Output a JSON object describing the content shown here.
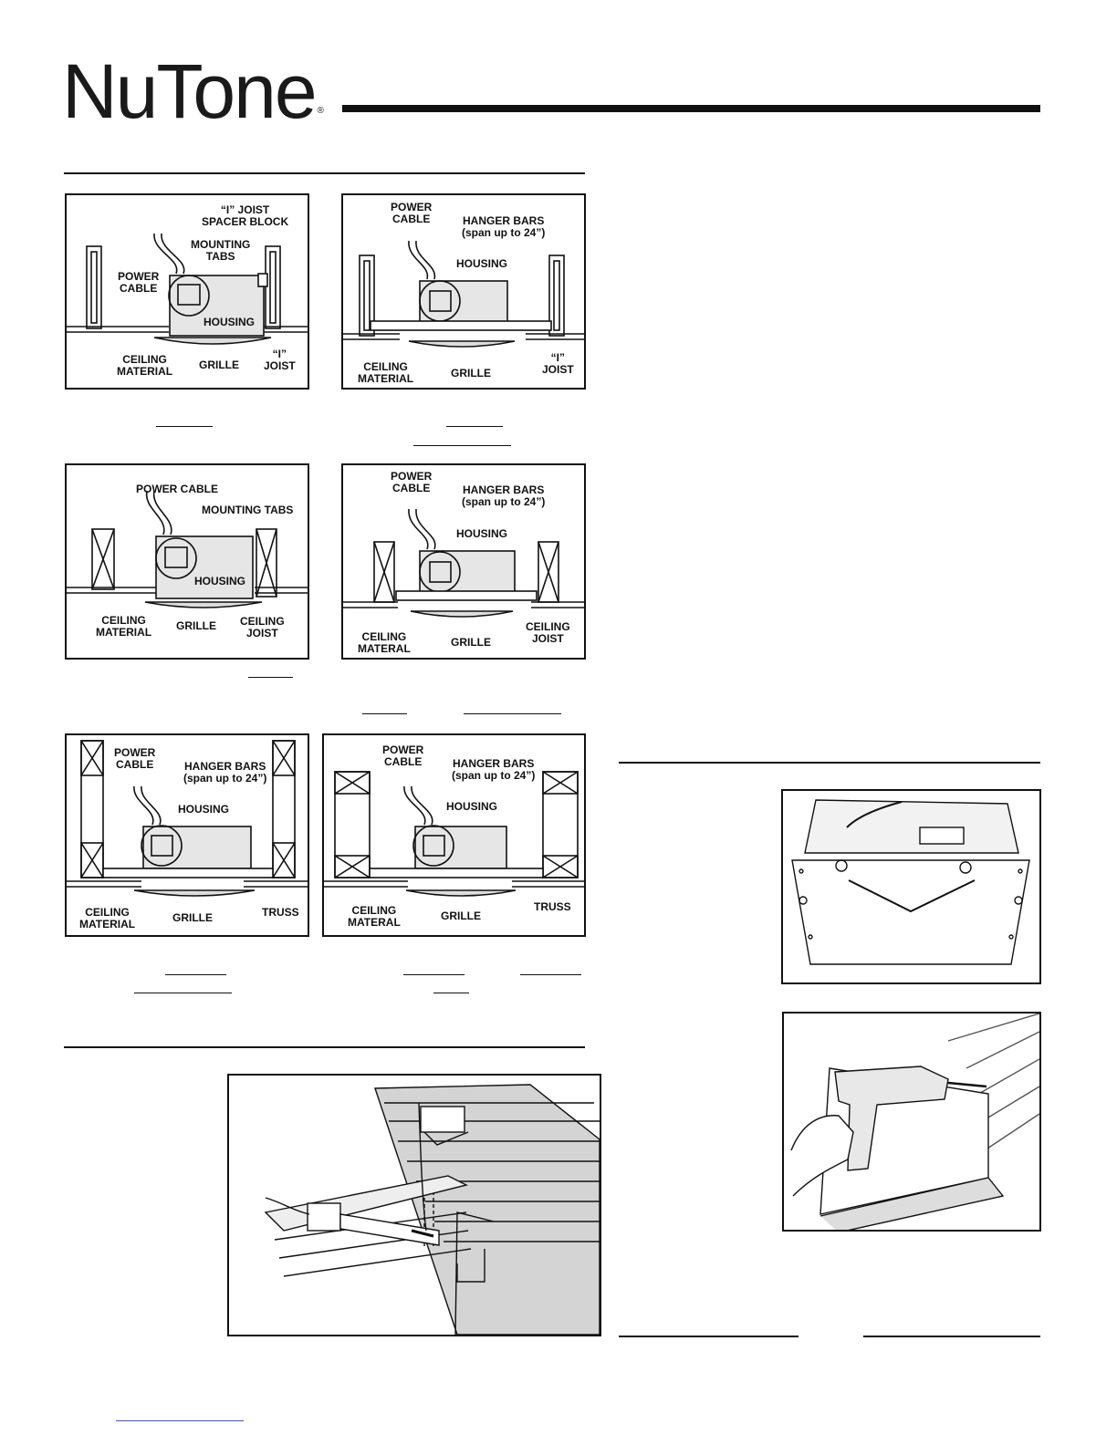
{
  "brand": {
    "name": "NuTone",
    "mark": "®"
  },
  "figures": {
    "ijoist_mount": {
      "spacer": "“I” JOIST\nSPACER BLOCK",
      "tabs": "MOUNTING\nTABS",
      "cable": "POWER\nCABLE",
      "housing": "HOUSING",
      "ceiling": "CEILING\nMATERIAL",
      "grille": "GRILLE",
      "joist": "“I”\nJOIST"
    },
    "ijoist_hanger": {
      "cable": "POWER\nCABLE",
      "bars": "HANGER BARS\n(span up to 24”)",
      "housing": "HOUSING",
      "ceiling": "CEILING\nMATERIAL",
      "grille": "GRILLE",
      "joist": "“I”\nJOIST"
    },
    "joist_mount": {
      "cable": "POWER CABLE",
      "tabs": "MOUNTING TABS",
      "housing": "HOUSING",
      "ceiling": "CEILING\nMATERIAL",
      "grille": "GRILLE",
      "joist": "CEILING\nJOIST"
    },
    "joist_hanger": {
      "cable": "POWER\nCABLE",
      "bars": "HANGER BARS\n(span up to 24”)",
      "housing": "HOUSING",
      "ceiling": "CEILING\nMATERAL",
      "grille": "GRILLE",
      "joist": "CEILING\nJOIST"
    },
    "truss_hanger_a": {
      "cable": "POWER\nCABLE",
      "bars": "HANGER BARS\n(span up to 24”)",
      "housing": "HOUSING",
      "ceiling": "CEILING\nMATERIAL",
      "grille": "GRILLE",
      "truss": "TRUSS"
    },
    "truss_hanger_b": {
      "cable": "POWER\nCABLE",
      "bars": "HANGER BARS\n(span up to 24”)",
      "housing": "HOUSING",
      "ceiling": "CEILING\nMATERAL",
      "grille": "GRILLE",
      "truss": "TRUSS"
    }
  }
}
